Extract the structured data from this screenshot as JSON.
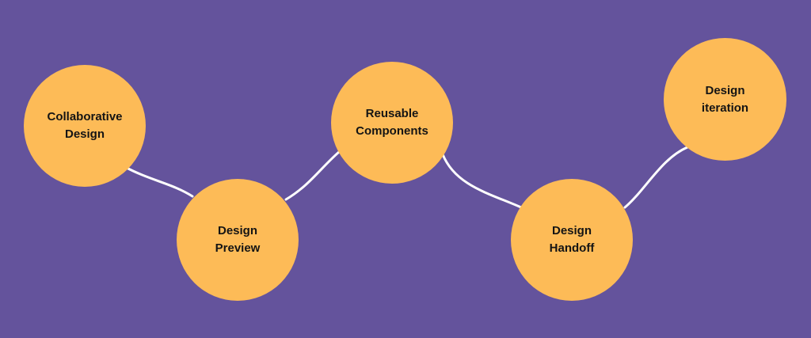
{
  "diagram": {
    "nodes": [
      {
        "label": "Collaborative\nDesign"
      },
      {
        "label": "Design\nPreview"
      },
      {
        "label": "Reusable\nComponents"
      },
      {
        "label": "Design\nHandoff"
      },
      {
        "label": "Design\niteration"
      }
    ]
  },
  "colors": {
    "background": "#64539c",
    "node_fill": "#fdbb57",
    "connector": "#ffffff",
    "label_text": "#141414"
  }
}
